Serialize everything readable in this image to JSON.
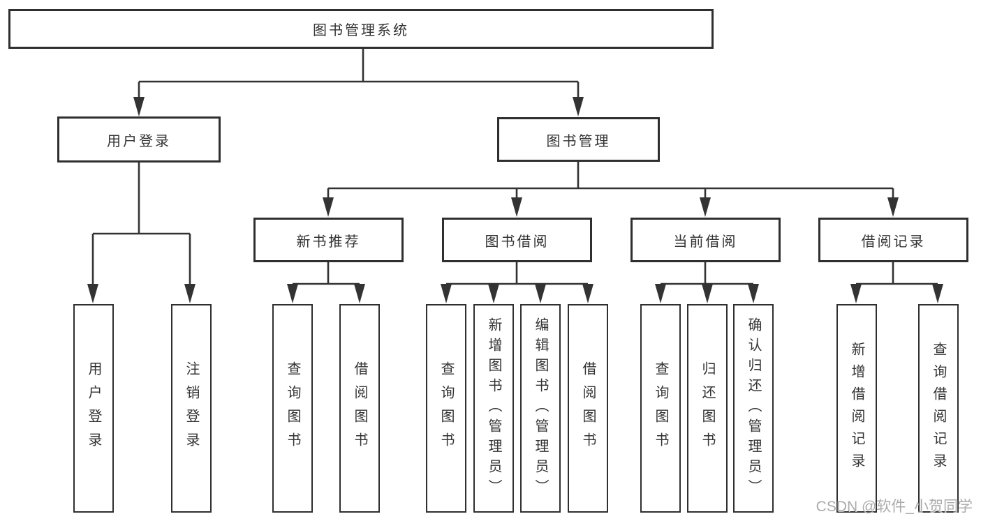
{
  "diagram": {
    "root": {
      "label": "图书管理系统"
    },
    "level2": {
      "user_login": {
        "label": "用户登录"
      },
      "book_management": {
        "label": "图书管理"
      }
    },
    "level3": {
      "new_books": {
        "label": "新书推荐"
      },
      "book_borrow": {
        "label": "图书借阅"
      },
      "current_borrow": {
        "label": "当前借阅"
      },
      "borrow_records": {
        "label": "借阅记录"
      }
    },
    "leaves": {
      "user_login": [
        "用户登录",
        "注销登录"
      ],
      "new_books": [
        "查询图书",
        "借阅图书"
      ],
      "book_borrow": [
        "查询图书",
        "新增图书（管理员）",
        "编辑图书（管理员）",
        "借阅图书"
      ],
      "current_borrow": [
        "查询图书",
        "归还图书",
        "确认归还（管理员）"
      ],
      "borrow_records": [
        "新增借阅记录",
        "查询借阅记录"
      ]
    },
    "watermark": "CSDN @软件_小贺同学",
    "colors": {
      "line": "#333333",
      "box_border": "#2f2f2f",
      "text": "#333333",
      "watermark": "#ababab",
      "background": "#ffffff"
    }
  }
}
